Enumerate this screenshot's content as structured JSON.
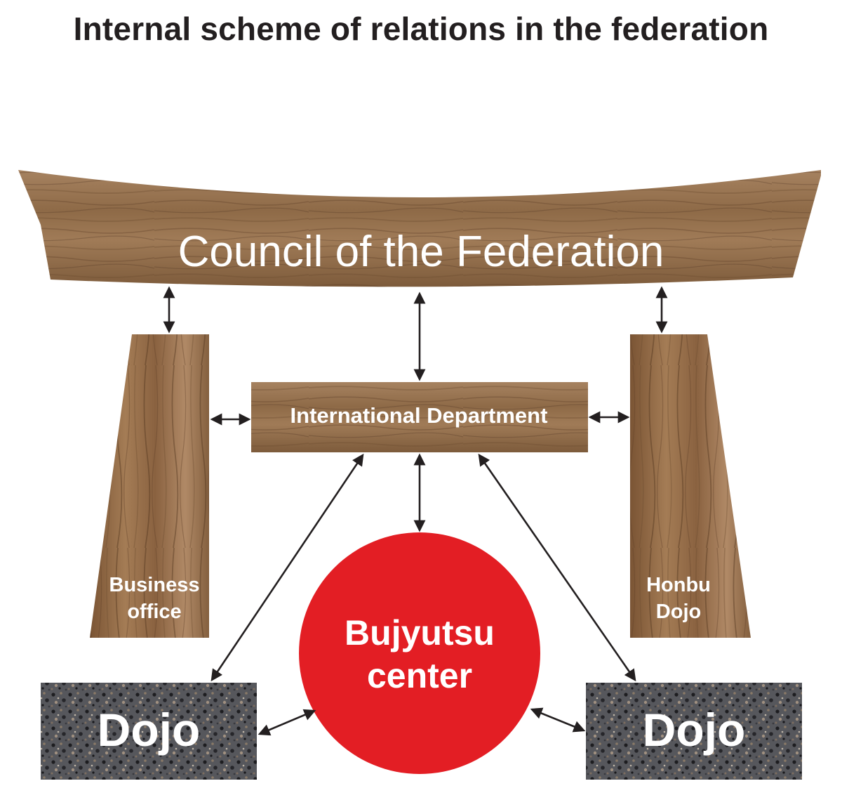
{
  "title": "Internal scheme of relations in the federation",
  "nodes": {
    "council": {
      "label": "Council of the Federation"
    },
    "international": {
      "label": "International Department"
    },
    "business_office": {
      "line1": "Business",
      "line2": "office"
    },
    "honbu_dojo": {
      "line1": "Honbu",
      "line2": "Dojo"
    },
    "center": {
      "line1": "Bujyutsu",
      "line2": "center"
    },
    "dojo_left": {
      "label": "Dojo"
    },
    "dojo_right": {
      "label": "Dojo"
    }
  },
  "colors": {
    "wood": "#9a7550",
    "wood_dark": "#5e4128",
    "wood_light": "#b89572",
    "granite": "#4a4a4e",
    "center_red": "#e31e24",
    "arrow": "#231f20",
    "title": "#231f20"
  }
}
